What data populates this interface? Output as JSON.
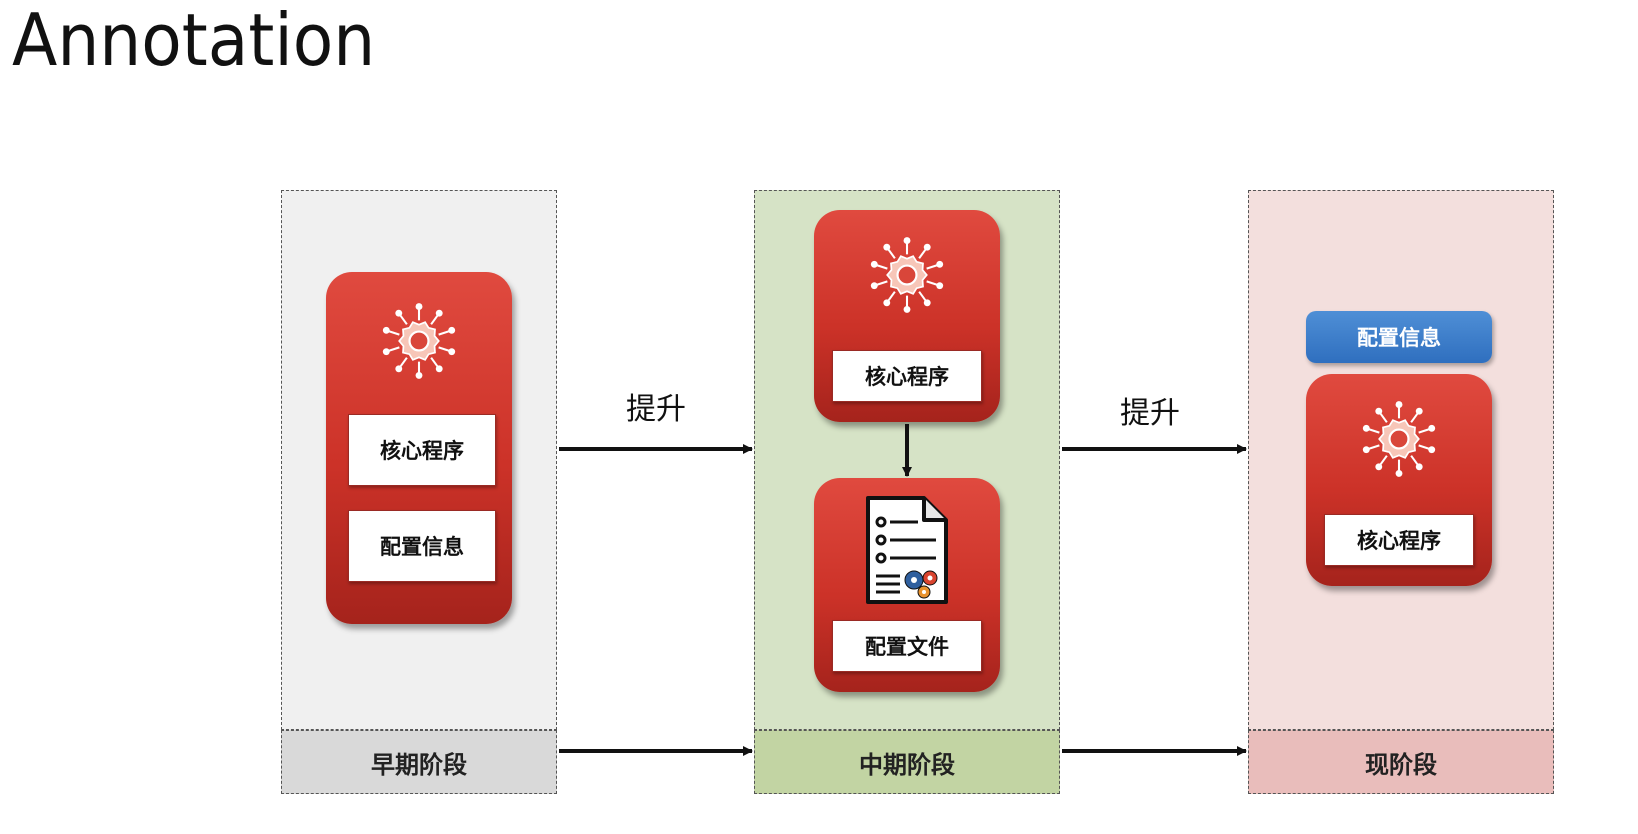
{
  "title": "Annotation",
  "stages": {
    "early": {
      "label": "早期阶段",
      "items": {
        "core": "核心程序",
        "config": "配置信息"
      }
    },
    "middle": {
      "label": "中期阶段",
      "items": {
        "core": "核心程序",
        "config_file": "配置文件"
      }
    },
    "current": {
      "label": "现阶段",
      "items": {
        "core": "核心程序",
        "config": "配置信息"
      }
    }
  },
  "arrows": {
    "upgrade_1": "提升",
    "upgrade_2": "提升"
  },
  "colors": {
    "early_panel": "#f0f0f0",
    "early_footer": "#d9d9d9",
    "middle_panel": "#d6e3c6",
    "middle_footer": "#c2d4a3",
    "current_panel": "#f3dfdd",
    "current_footer": "#e9bdbb",
    "card_red": "#cc3228",
    "pill_blue": "#2f6fbf"
  },
  "icons": {
    "gear": "gear-virus-icon",
    "document": "document-settings-icon"
  }
}
